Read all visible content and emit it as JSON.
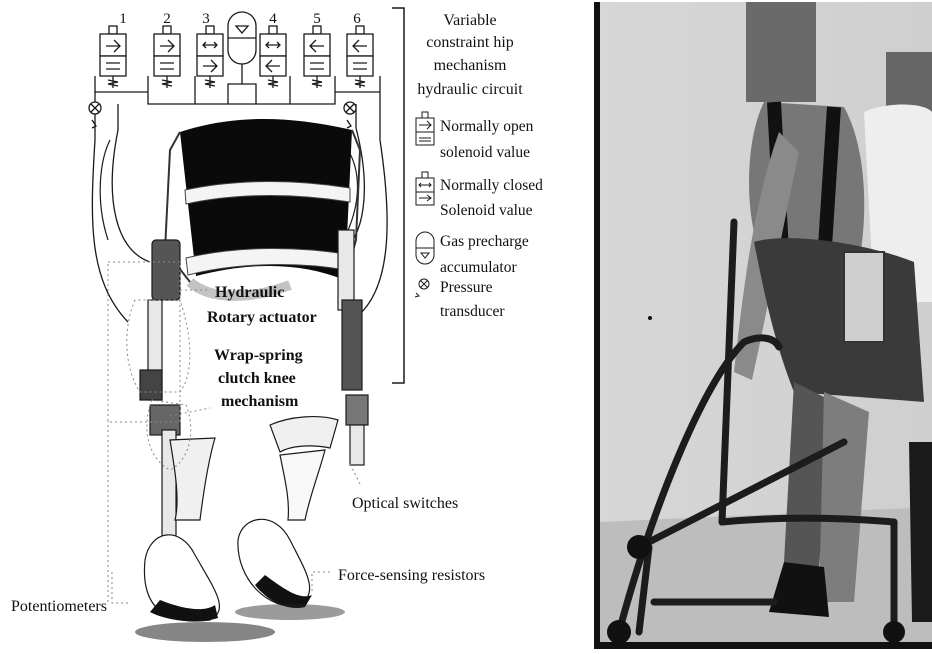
{
  "valves": [
    {
      "number": "1"
    },
    {
      "number": "2"
    },
    {
      "number": "3"
    },
    {
      "number": "4"
    },
    {
      "number": "5"
    },
    {
      "number": "6"
    }
  ],
  "circuit_title": {
    "line1": "Variable",
    "line2": "constraint hip",
    "line3": "mechanism",
    "line4": "hydraulic circuit"
  },
  "legend": [
    {
      "icon": "normally-open-valve-icon",
      "line1": "Normally open",
      "line2": "solenoid value"
    },
    {
      "icon": "normally-closed-valve-icon",
      "line1": "Normally closed",
      "line2": "Solenoid value"
    },
    {
      "icon": "accumulator-icon",
      "line1": "Gas precharge",
      "line2": "accumulator"
    },
    {
      "icon": "pressure-transducer-icon",
      "line1": "Pressure",
      "line2": "transducer"
    }
  ],
  "callouts": {
    "hydraulic_line1": "Hydraulic",
    "hydraulic_line2": "Rotary actuator",
    "clutch_line1": "Wrap-spring",
    "clutch_line2": "clutch knee",
    "clutch_line3": "mechanism",
    "optical": "Optical switches",
    "force": "Force-sensing resistors",
    "potentiometers": "Potentiometers"
  },
  "colors": {
    "line": "#1a1a1a",
    "dotted": "#888888",
    "pelvis": "#0a0a0a",
    "photo_wall": "#d9d9d9",
    "photo_floor": "#c8c8c8",
    "walker": "#1c1c1c"
  }
}
